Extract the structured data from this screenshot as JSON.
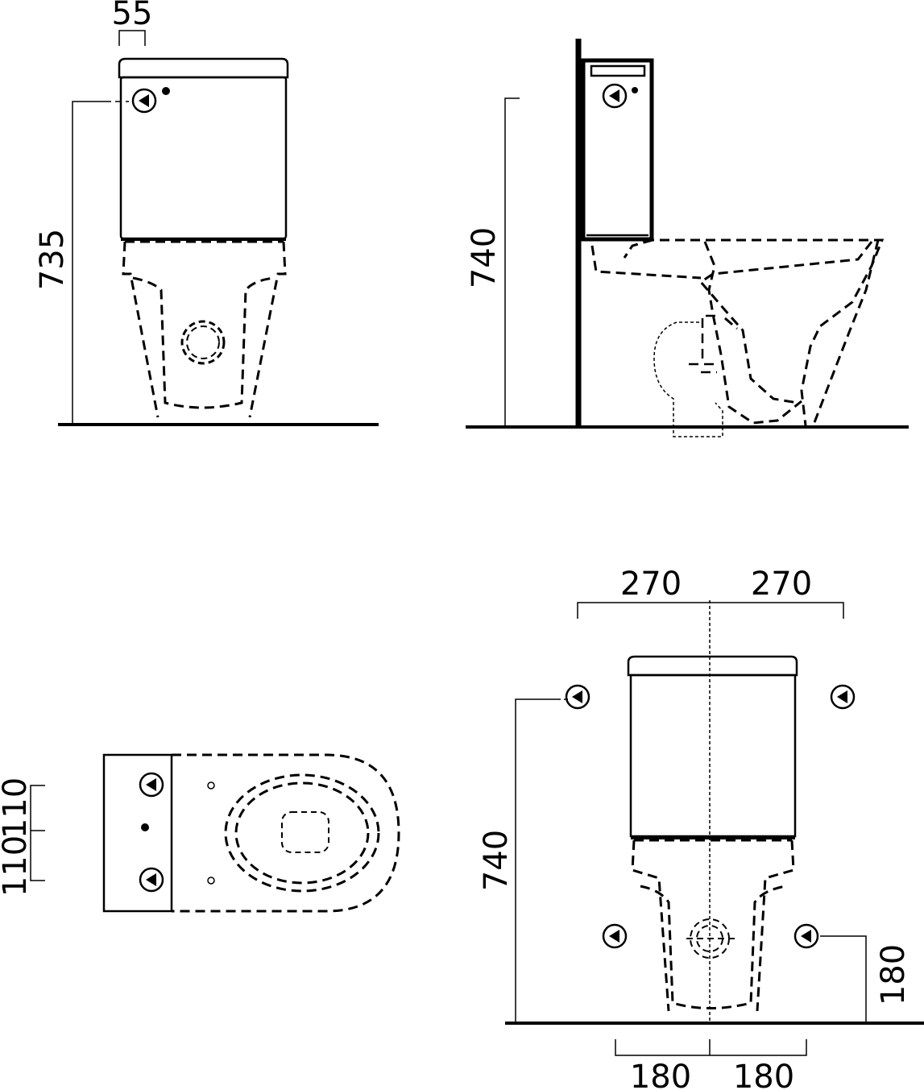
{
  "colors": {
    "line": "#000000",
    "background": "#ffffff"
  },
  "icons": [
    "water-inlet-icon",
    "fixing-point-icon"
  ],
  "front_view": {
    "top_offset": "55",
    "height": "735"
  },
  "side_view": {
    "height": "740"
  },
  "top_view": {
    "spacing_upper": "110",
    "spacing_lower": "110"
  },
  "rear_view": {
    "left_width": "270",
    "right_width": "270",
    "height": "740",
    "inlet_height": "180",
    "left_floor_fix": "180",
    "right_floor_fix": "180"
  }
}
